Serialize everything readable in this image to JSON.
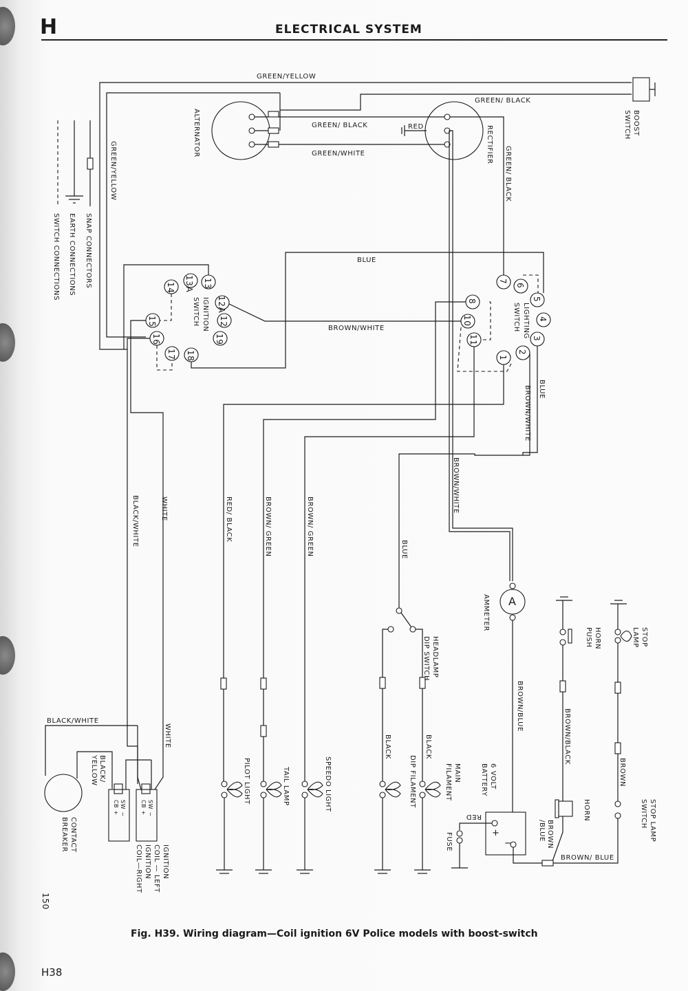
{
  "header": {
    "section_letter": "H",
    "title": "ELECTRICAL SYSTEM"
  },
  "legend": {
    "snap_connectors": "SNAP CONNECTORS",
    "earth_connections": "EARTH CONNECTIONS",
    "switch_connections": "SWITCH CONNECTIONS"
  },
  "components": {
    "alternator": "ALTERNATOR",
    "rectifier": "RECTIFIER",
    "boost_switch": "BOOST SWITCH",
    "ignition_switch": "IGNITION SWITCH",
    "lighting_switch": "LIGHTING SWITCH",
    "ammeter": "AMMETER",
    "ammeter_symbol": "A",
    "headlamp_dip_switch": "HEADLAMP DIP SWITCH",
    "pilot_light": "PILOT LIGHT",
    "tail_lamp": "TAIL LAMP",
    "speedo_light": "SPEEDO LIGHT",
    "dip_filament": "DIP FILAMENT",
    "main_filament": "MAIN FILAMENT",
    "battery": "6 VOLT BATTERY",
    "battery_plus": "+",
    "battery_minus": "−",
    "fuse": "FUSE",
    "horn": "HORN",
    "horn_push": "HORN PUSH",
    "stop_lamp": "STOP LAMP",
    "stop_lamp_switch": "STOP LAMP SWITCH",
    "contact_breaker": "CONTACT BREAKER",
    "ignition_coil_left": "IGNITION COIL — LEFT",
    "ignition_coil_right": "IGNITION COIL—RIGHT",
    "coil_terminal_sw": "SW −",
    "coil_terminal_cb": "CB +"
  },
  "ignition_switch_terminals": [
    "13",
    "13A",
    "14",
    "12A",
    "12",
    "19",
    "15",
    "16",
    "17",
    "18"
  ],
  "lighting_switch_terminals": [
    "7",
    "6",
    "5",
    "4",
    "3",
    "2",
    "1",
    "8",
    "10",
    "11"
  ],
  "wire_labels": {
    "green_yellow_top": "GREEN/YELLOW",
    "green_black_top": "GREEN/ BLACK",
    "green_black_alt": "GREEN/ BLACK",
    "red_rectifier": "RED",
    "green_white": "GREEN/WHITE",
    "green_yellow_left": "GREEN/YELLOW",
    "green_black_rect": "GREEN/ BLACK",
    "blue_top": "BLUE",
    "brown_white_mid": "BROWN/WHITE",
    "blue_right": "BLUE",
    "brown_white_right": "BROWN/WHITE",
    "brown_white_center": "BROWN/WHITE",
    "blue_dip": "BLUE",
    "white": "WHITE",
    "black_white": "BLACK/WHITE",
    "red_black": "RED/ BLACK",
    "brown_green_1": "BROWN/ GREEN",
    "brown_green_2": "BROWN/ GREEN",
    "black_1": "BLACK",
    "black_2": "BLACK",
    "brown_blue_ammeter": "BROWN/BLUE",
    "brown_black": "BROWN/BLACK",
    "brown": "BROWN",
    "brown_blue_horn": "BROWN /BLUE",
    "brown_blue_bottom": "BROWN/ BLUE",
    "red_fuse": "RED",
    "black_white_cb": "BLACK/WHITE",
    "white_coil": "WHITE",
    "black_yellow": "BLACK/ YELLOW"
  },
  "page_number": "150",
  "caption": "Fig. H39.  Wiring diagram—Coil ignition 6V Police models with boost-switch",
  "page_ref": "H38"
}
